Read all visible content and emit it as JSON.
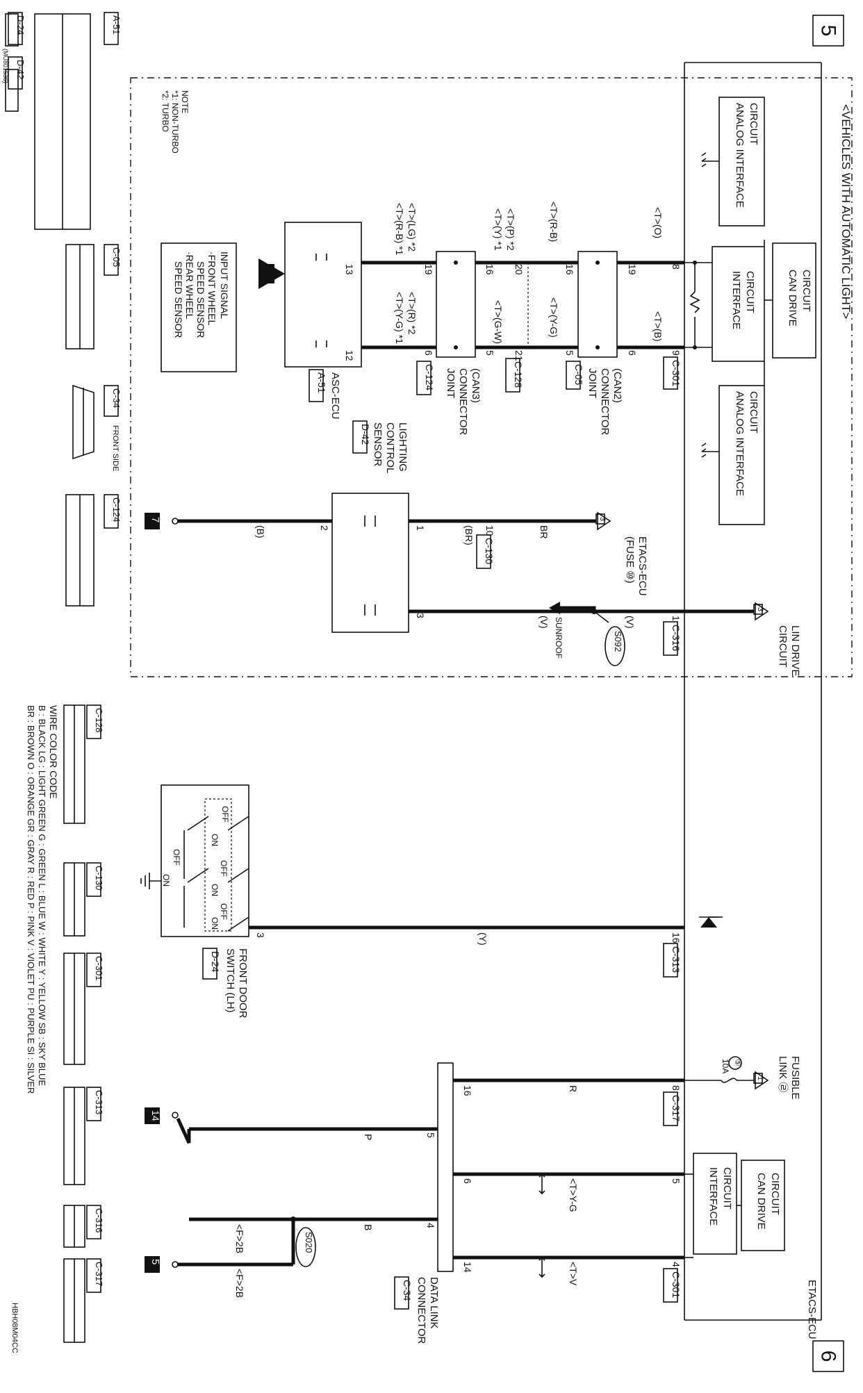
{
  "page_numbers": {
    "top": "5",
    "bottom": "6"
  },
  "section_title": "<VEHICLES WITH AUTOMATIC LIGHT>",
  "etacs_label": "ETACS-ECU",
  "blocks": {
    "analog_interface_1": [
      "ANALOG INTERFACE",
      "CIRCUIT"
    ],
    "can_drive_1": [
      "CAN DRIVE",
      "CIRCUIT"
    ],
    "interface_1": [
      "INTERFACE",
      "CIRCUIT"
    ],
    "analog_interface_2": [
      "ANALOG INTERFACE",
      "CIRCUIT"
    ],
    "can_drive_2": [
      "CAN DRIVE",
      "CIRCUIT"
    ],
    "interface_2": [
      "INTERFACE",
      "CIRCUIT"
    ],
    "input_signal": [
      "INPUT SIGNAL",
      "·FRONT WHEEL",
      "SPEED SENSOR",
      "·REAR WHEEL",
      "SPEED SENSOR"
    ]
  },
  "components": {
    "joint_can2": [
      "JOINT",
      "CONNECTOR",
      "(CAN2)"
    ],
    "joint_can3": [
      "JOINT",
      "CONNECTOR",
      "(CAN3)"
    ],
    "asc_ecu": "ASC-ECU",
    "lighting_sensor": [
      "LIGHTING",
      "CONTROL",
      "SENSOR"
    ],
    "front_door_switch": [
      "FRONT DOOR",
      "SWITCH (LH)"
    ],
    "data_link": [
      "DATA LINK",
      "CONNECTOR"
    ],
    "etacs_fuse": [
      "ETACS-ECU",
      "(FUSE ⑩)"
    ],
    "lin_drive": [
      "LIN DRIVE",
      "CIRCUIT"
    ],
    "fusible_link": [
      "FUSIBLE",
      "LINK ㉣"
    ],
    "sunroof": "SUNROOF"
  },
  "connectors": {
    "c301": "C-301",
    "c05": "C-05",
    "c128": "C-128",
    "c124": "C-124",
    "a51": "A-51",
    "d42": "D-42",
    "c130": "C-130",
    "c316": "C-316",
    "s092": "S092",
    "c313": "C-313",
    "d24": "D-24",
    "c317": "C-317",
    "c34": "C-34",
    "s020": "S020"
  },
  "pins": {
    "p8": "8",
    "p9": "9",
    "p19a": "19",
    "p6a": "6",
    "p16a": "16",
    "p5a": "5",
    "p20": "20",
    "p21": "21",
    "p16b": "16",
    "p6b": "6",
    "p19b": "19",
    "p13": "13",
    "p12": "12",
    "p10": "10",
    "p1a": "1",
    "p2": "2",
    "p3a": "3",
    "p1b": "1",
    "p16c": "16",
    "p3b": "3",
    "p8b": "8",
    "p5b": "5",
    "p4b": "4",
    "p16d": "16",
    "p6d": "6",
    "p14d": "14",
    "p5d": "5",
    "p4d": "4"
  },
  "wires": {
    "o": "<T>(O)",
    "b": "<T>(B)",
    "rb": "<T>(R-B)",
    "yg": "<T>(Y-G)",
    "yp": [
      "<T>(Y) *1",
      "<T>(P) *2"
    ],
    "gw": "<T>(G-W)",
    "rblg": [
      "<T>(R-B) *1",
      "<T>(LG) *2"
    ],
    "ygr": [
      "<T>(Y-G) *1",
      "<T>(R) *2"
    ],
    "br": "BR",
    "brp": "(BR)",
    "bp": "(B)",
    "v1": "(V)",
    "v2": "(V)",
    "y": "(Y)",
    "r": "R",
    "tyg": "<T>Y-G",
    "tv": "<T>V",
    "p": "P",
    "bb": "B",
    "f2b1": "<F>2B",
    "f2b2": "<F>2B"
  },
  "fuse": {
    "num": "⑤",
    "amp": "10A"
  },
  "ground_ref": {
    "g3a": "3",
    "g3b": "3",
    "g1": "1"
  },
  "switch_labels": {
    "off": "OFF",
    "on": "ON"
  },
  "jump_marks": {
    "seven": "7",
    "fourteen": "14",
    "five": "5"
  },
  "note": [
    "NOTE",
    "*1: NON-TURBO",
    "*2: TURBO"
  ],
  "connector_views": {
    "a51": "A-51",
    "c05": "C-05",
    "c34": "C-34",
    "c34_side": "FRONT SIDE",
    "c124": "C-124",
    "d24": "D-24",
    "d24_part": "(MU801536)",
    "d42": "D-42",
    "c128": "C-128",
    "c130": "C-130",
    "c301": "C-301",
    "c313": "C-313",
    "c316": "C-316",
    "c317": "C-317"
  },
  "legend": {
    "title": "WIRE COLOR CODE",
    "row1": "B : BLACK   LG : LIGHT GREEN   G : GREEN   L : BLUE   W : WHITE   Y : YELLOW   SB : SKY BLUE",
    "row2": "BR : BROWN   O : ORANGE   GR : GRAY   R : RED   P : PINK   V : VIOLET   PU : PURPLE   SI : SILVER"
  },
  "code": "HBH08M04CC"
}
